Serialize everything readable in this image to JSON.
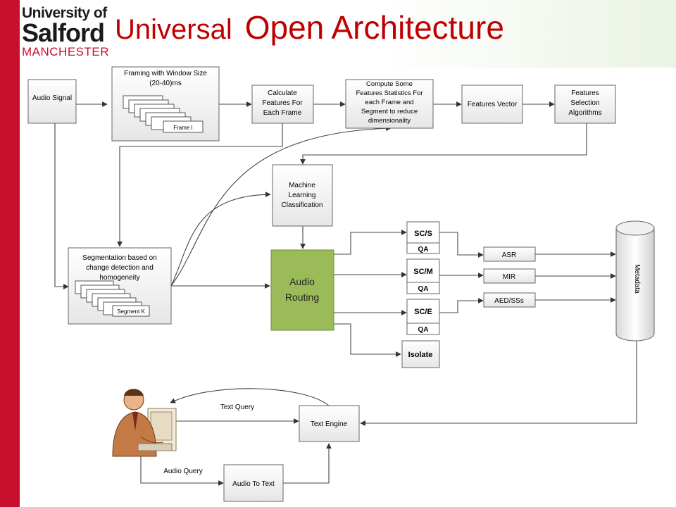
{
  "logo": {
    "line1": "University of",
    "line2": "Salford",
    "line3": "MANCHESTER"
  },
  "title": {
    "part1": "Universal",
    "part2": "Open Architecture"
  },
  "nodes": {
    "audio_signal": "Audio Signal",
    "framing": [
      "Framing with Window Size",
      "(20-40)ms"
    ],
    "frame_label": "Frame I",
    "calculate": [
      "Calculate",
      "Features For",
      "Each Frame"
    ],
    "compute": [
      "Compute Some",
      "Features Statistics For",
      "each Frame and",
      "Segment to reduce",
      "dimensionality"
    ],
    "features_vector": "Features Vector",
    "features_selection": [
      "Features",
      "Selection",
      "Algorithms"
    ],
    "ml": [
      "Machine",
      "Learning",
      "Classification"
    ],
    "segmentation": [
      "Segmentation based on",
      "change detection and",
      "homogeneity"
    ],
    "segment_label": "Segment K",
    "audio_routing": [
      "Audio",
      "Routing"
    ],
    "scs": "SC/S",
    "qa1": "QA",
    "scm": "SC/M",
    "qa2": "QA",
    "sce": "SC/E",
    "qa3": "QA",
    "isolate": "Isolate",
    "asr": "ASR",
    "mir": "MIR",
    "aed": "AED/SSs",
    "metadata": "Metadata",
    "text_engine": "Text Engine",
    "audio_to_text": "Audio To Text"
  },
  "edges": {
    "text_query": "Text Query",
    "audio_query": "Audio Query"
  },
  "colors": {
    "brand_red": "#c8102e",
    "title_red": "#c00000",
    "routing_green": "#9bbb59"
  },
  "icons": {
    "user": "person-at-computer-icon"
  }
}
